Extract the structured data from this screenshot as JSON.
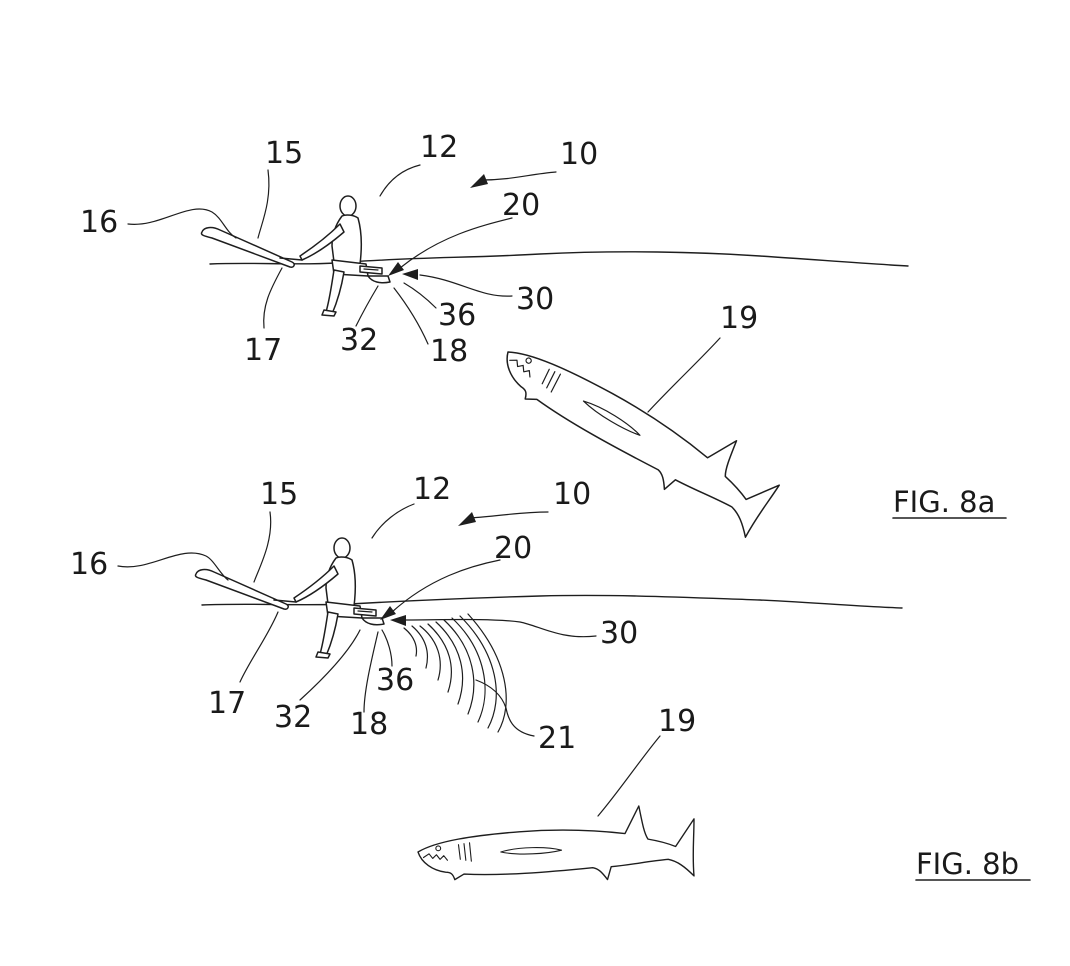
{
  "figures": [
    {
      "id": "8a",
      "caption": "FIG. 8a",
      "refs": {
        "r10": "10",
        "r12": "12",
        "r15": "15",
        "r16": "16",
        "r17": "17",
        "r18": "18",
        "r19": "19",
        "r20": "20",
        "r30": "30",
        "r32": "32",
        "r36": "36"
      }
    },
    {
      "id": "8b",
      "caption": "FIG. 8b",
      "refs": {
        "r10": "10",
        "r12": "12",
        "r15": "15",
        "r16": "16",
        "r17": "17",
        "r18": "18",
        "r19": "19",
        "r20": "20",
        "r21": "21",
        "r30": "30",
        "r32": "32",
        "r36": "36"
      }
    }
  ],
  "colors": {
    "ink": "#1e1e1e",
    "paper": "#ffffff"
  },
  "icons": [
    "shark-icon",
    "surfer-icon",
    "sound-wave-icon"
  ]
}
